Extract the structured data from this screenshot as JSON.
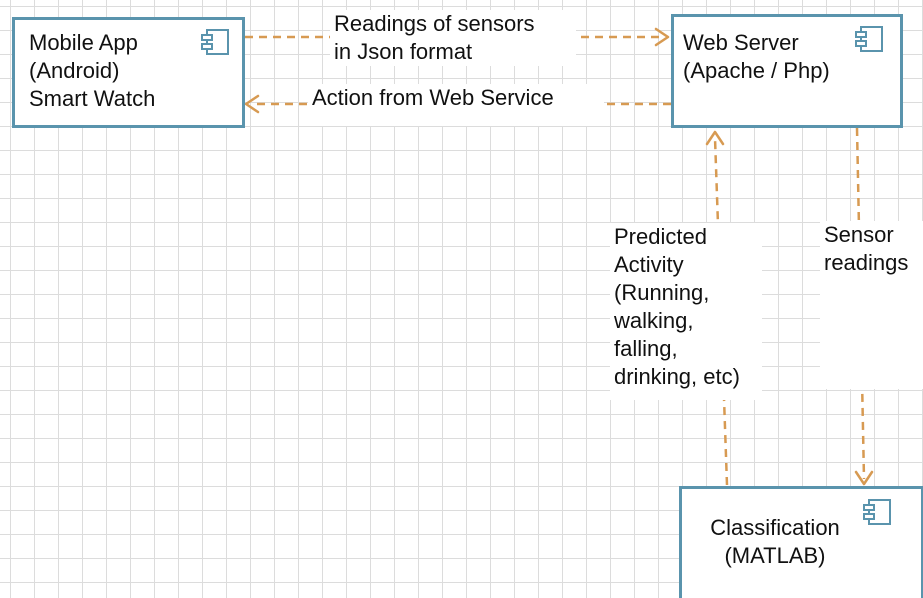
{
  "colors": {
    "node_border": "#5a94ad",
    "connector": "#d79a52",
    "grid": "#dcdcdc"
  },
  "nodes": {
    "mobile_app": {
      "label": "Mobile App\n(Android)\nSmart Watch",
      "icon": "component-icon"
    },
    "web_server": {
      "label": "Web Server\n(Apache / Php)",
      "icon": "component-icon"
    },
    "classification": {
      "label": "Classification\n(MATLAB)",
      "icon": "component-icon"
    }
  },
  "edges": {
    "readings_json": {
      "label": "Readings of sensors\nin Json format"
    },
    "action_from_web": {
      "label": "Action from Web Service"
    },
    "predicted_activity": {
      "label": "Predicted\nActivity\n(Running,\nwalking,\nfalling,\ndrinking, etc)"
    },
    "sensor_readings": {
      "label": "Sensor\nreadings"
    }
  }
}
